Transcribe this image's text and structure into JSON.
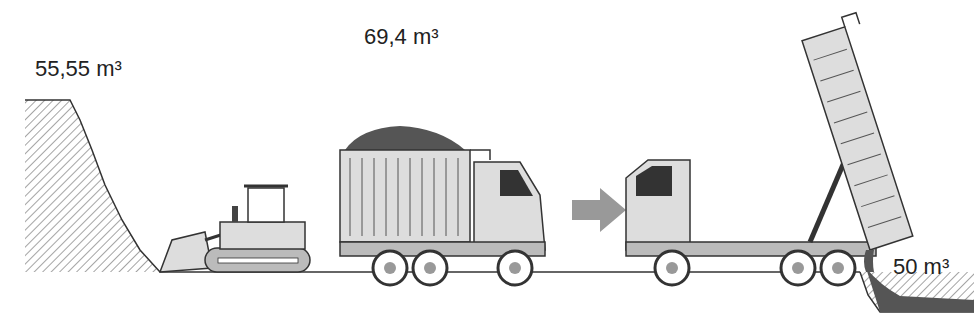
{
  "diagram": {
    "labels": [
      "55,55 m³",
      "69,4 m³",
      "50 m³"
    ]
  }
}
